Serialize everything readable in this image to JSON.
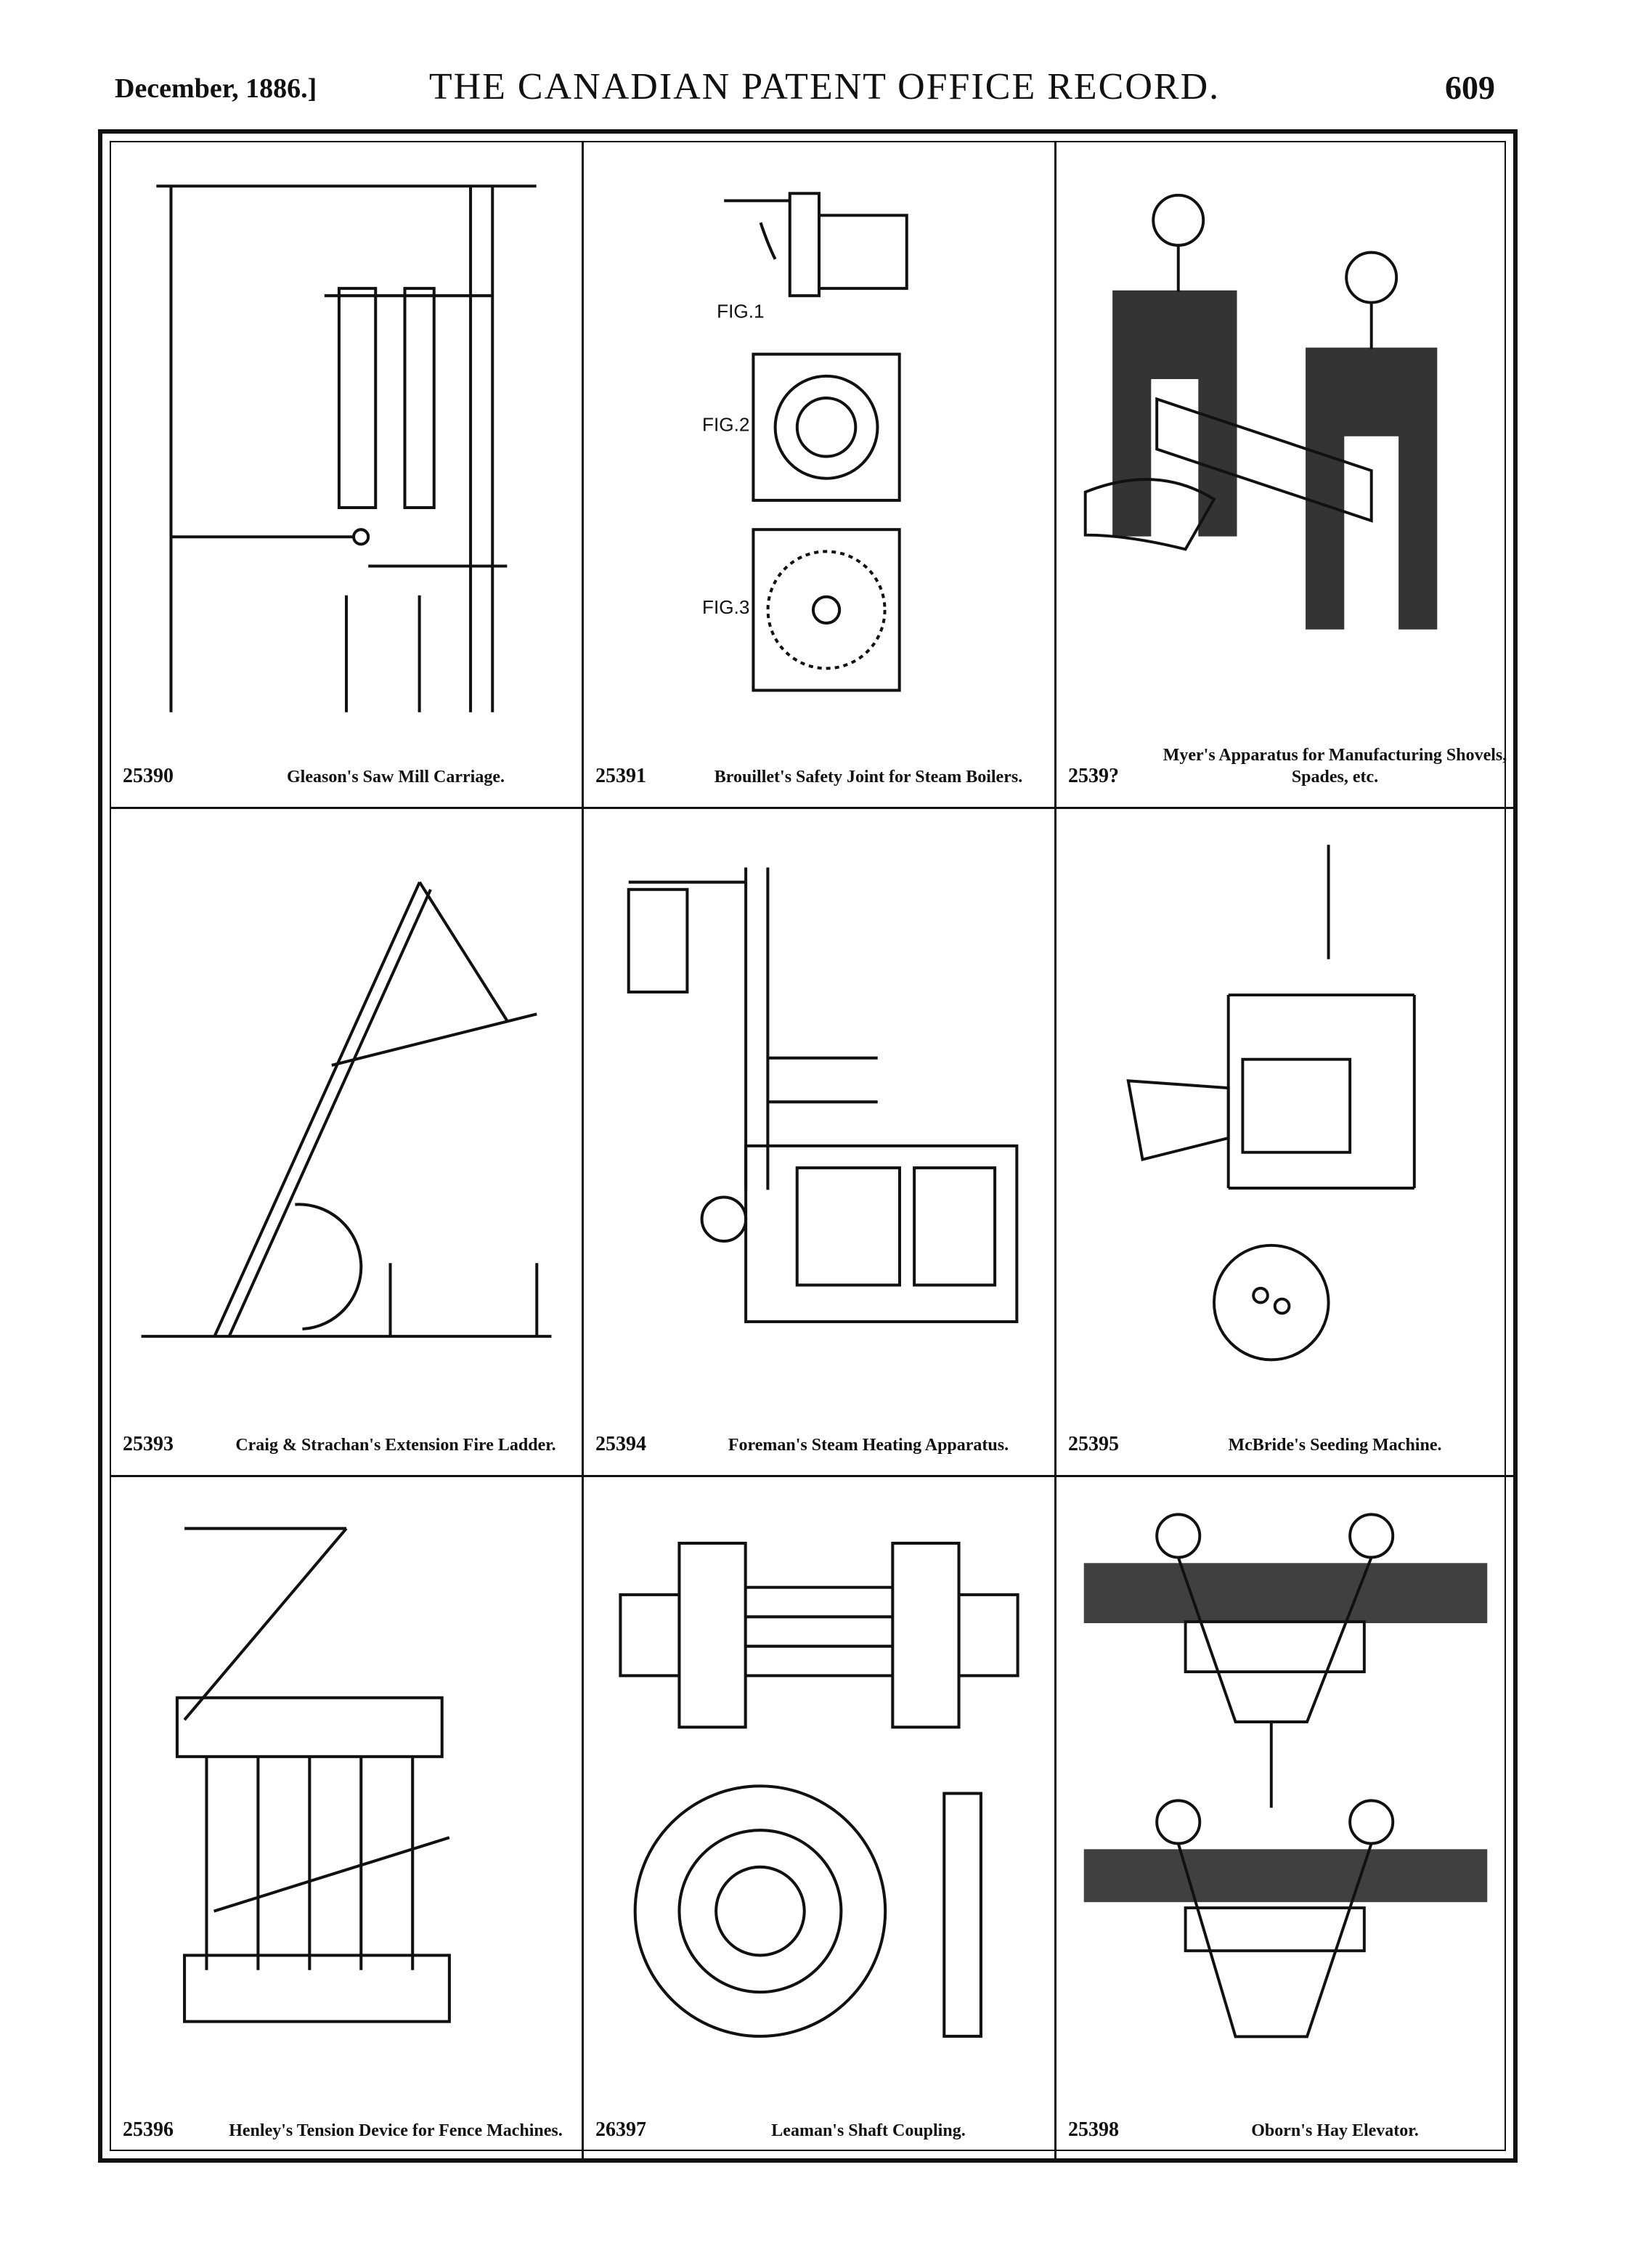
{
  "header": {
    "date": "December, 1886.]",
    "title": "THE CANADIAN PATENT OFFICE RECORD.",
    "page_number": "609"
  },
  "patents": [
    {
      "number": "25390",
      "title": "Gleason's Saw Mill Carriage."
    },
    {
      "number": "25391",
      "title": "Brouillet's Safety Joint for Steam Boilers.",
      "fig_labels": [
        "FIG.1",
        "FIG.2",
        "FIG.3"
      ]
    },
    {
      "number": "2539?",
      "title": "Myer's Apparatus for Manufacturing Shovels, Spades, etc."
    },
    {
      "number": "25393",
      "title": "Craig & Strachan's Extension Fire Ladder."
    },
    {
      "number": "25394",
      "title": "Foreman's Steam Heating Apparatus."
    },
    {
      "number": "25395",
      "title": "McBride's Seeding Machine."
    },
    {
      "number": "25396",
      "title": "Henley's Tension Device for Fence Machines."
    },
    {
      "number": "26397",
      "title": "Leaman's Shaft Coupling."
    },
    {
      "number": "25398",
      "title": "Oborn's Hay Elevator."
    }
  ]
}
